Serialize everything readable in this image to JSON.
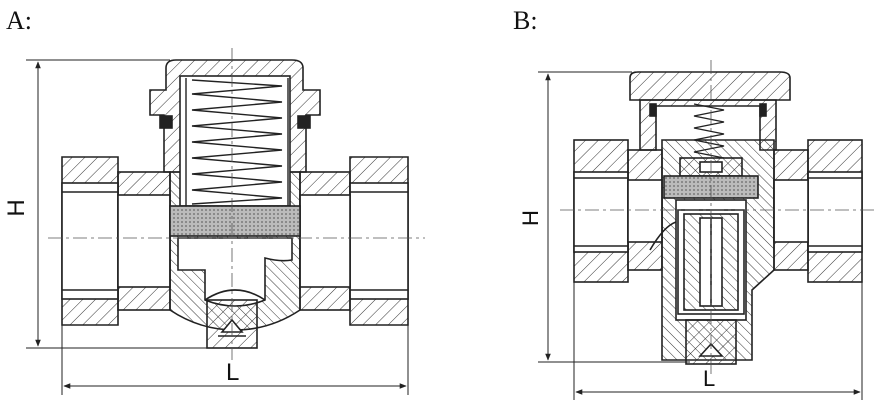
{
  "panels": {
    "a": {
      "label": "A:",
      "dim_height": "H",
      "dim_length": "L"
    },
    "b": {
      "label": "B:",
      "dim_height": "H",
      "dim_length": "L"
    }
  },
  "colors": {
    "line": "#222222",
    "mesh": "#bbbbbb",
    "background": "#ffffff"
  }
}
